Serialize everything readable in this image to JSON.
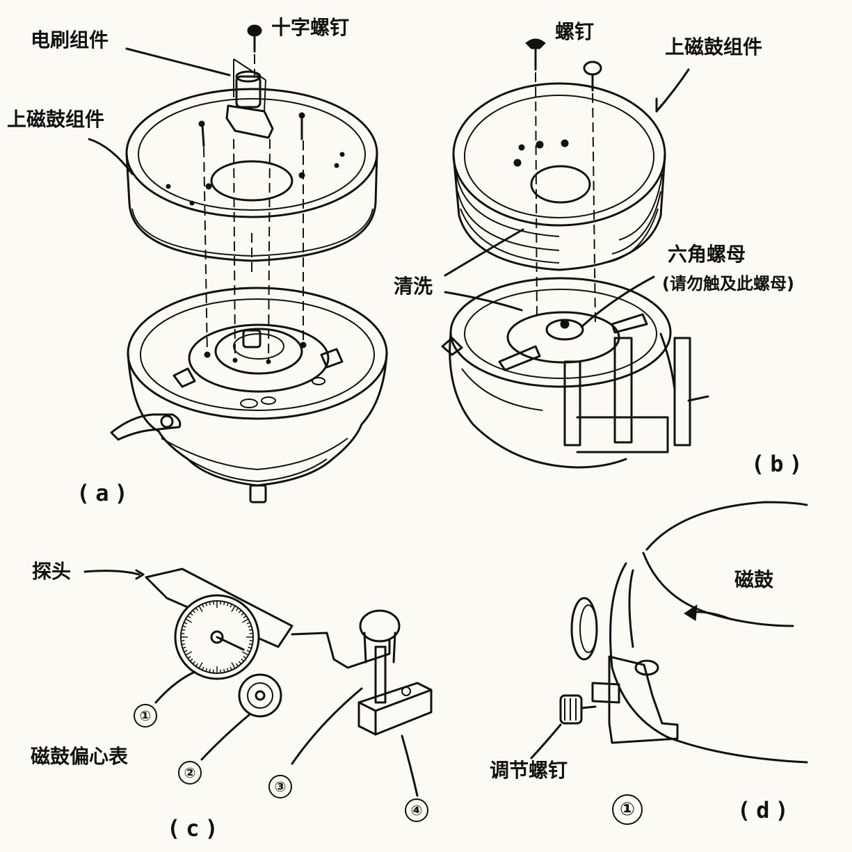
{
  "panel_a": {
    "caption": "(a)",
    "label_brush": "电刷组件",
    "label_phillips_screw": "十字螺钉",
    "label_upper_drum": "上磁鼓组件"
  },
  "panel_b": {
    "caption": "(b)",
    "label_screw": "螺钉",
    "label_upper_drum": "上磁鼓组件",
    "label_clean": "清洗",
    "label_hex_nut": "六角螺母",
    "label_hex_nut_note": "(请勿触及此螺母)"
  },
  "panel_c": {
    "caption": "(c)",
    "label_probe": "探头",
    "label_gauge": "磁鼓偏心表",
    "markers": [
      "①",
      "②",
      "③",
      "④"
    ]
  },
  "panel_d": {
    "caption": "(d)",
    "label_drum": "磁鼓",
    "label_adjust_screw": "调节螺钉",
    "marker": "①"
  },
  "icons": [
    "screw-icon",
    "arrow-icon"
  ]
}
